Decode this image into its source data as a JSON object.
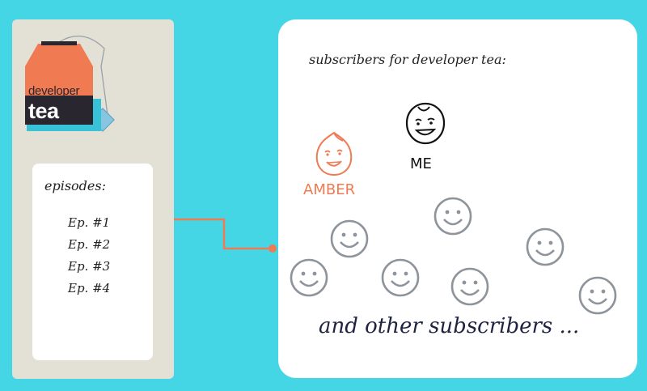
{
  "logo": {
    "line1": "developer",
    "line2": "tea"
  },
  "episodes": {
    "title": "episodes:",
    "items": [
      "Ep. #1",
      "Ep. #2",
      "Ep. #3",
      "Ep. #4"
    ]
  },
  "subscribers": {
    "title": "subscribers for developer tea:",
    "amber_label": "AMBER",
    "me_label": "ME",
    "others_label": "and other subscribers ..."
  },
  "colors": {
    "background": "#45d6e6",
    "accent": "#f07a52",
    "smiley": "#8e949c",
    "teabag": "#f07a52",
    "teabag_dark": "#2a2630"
  }
}
